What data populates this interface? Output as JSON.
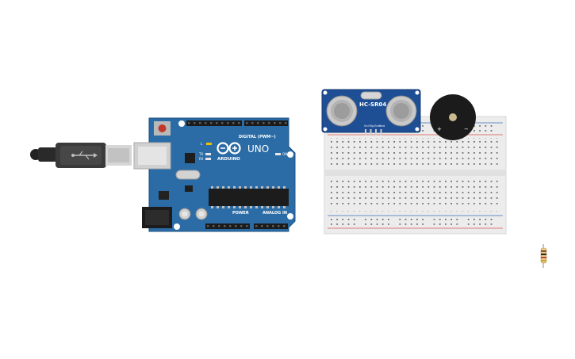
{
  "canvas": {
    "background": "#ffffff"
  },
  "arduino": {
    "brand_label": "ARDUINO",
    "model_label": "UNO",
    "digital_label": "DIGITAL (PWM~)",
    "power_label": "POWER",
    "analog_label": "ANALOG IN",
    "tx_label": "TX",
    "rx_label": "RX",
    "on_label": "ON",
    "l_label": "L",
    "board_color": "#2b6ca6"
  },
  "usb_cable": {
    "icon": "usb-icon"
  },
  "sensor": {
    "label": "HC-SR04",
    "pin_labels": [
      "Vcc",
      "Trig",
      "Echo",
      "Gnd"
    ],
    "board_color": "#1e4e94"
  },
  "buzzer": {
    "plus": "+",
    "minus": "−"
  },
  "breadboard": {
    "color": "#ececec"
  },
  "resistor": {
    "icon": "resistor-icon"
  }
}
